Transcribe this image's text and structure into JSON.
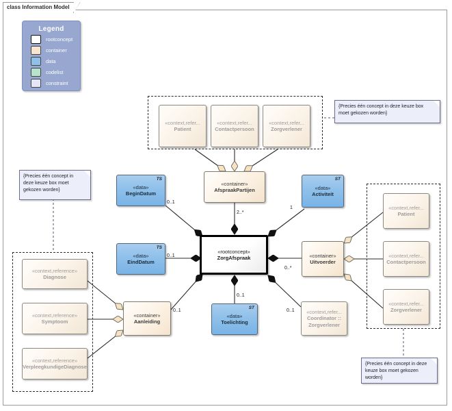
{
  "diagram": {
    "title": "class Information Model",
    "kind": "uml-class-diagram"
  },
  "legend": {
    "title": "Legend",
    "items": [
      {
        "label": "rootconcept",
        "color": "#ffffff",
        "swatch": "root"
      },
      {
        "label": "container",
        "color": "#f7e5d0",
        "swatch": "cont"
      },
      {
        "label": "data",
        "color": "#8fc0ea",
        "swatch": "data"
      },
      {
        "label": "codelist",
        "color": "#b7e3cd",
        "swatch": "code"
      },
      {
        "label": "constraint",
        "color": "#e4e6f6",
        "swatch": "cons"
      }
    ]
  },
  "notes": {
    "top_right": {
      "text": "{Precies één concept in deze keuze box moet gekozen worden}"
    },
    "left": {
      "text": "{Precies één concept in deze keuze box moet gekozen worden}"
    },
    "bottom_right": {
      "text": "{Precies één concept in deze keuze box moet gekozen worden}"
    }
  },
  "nodes": {
    "root": {
      "stereotype": "«rootconcept»",
      "name": "ZorgAfspraak",
      "type": "rootconcept",
      "corner": ""
    },
    "afspraakpartijen": {
      "stereotype": "«container»",
      "name": "AfspraakPartijen",
      "type": "container",
      "corner": ""
    },
    "uitvoerder": {
      "stereotype": "«container»",
      "name": "Uitvoerder",
      "type": "container",
      "corner": ""
    },
    "aanleiding": {
      "stereotype": "«container»",
      "name": "Aanleiding",
      "type": "container",
      "corner": ""
    },
    "begindatum": {
      "stereotype": "«data»",
      "name": "BeginDatum",
      "type": "data",
      "corner": "TS"
    },
    "einddatum": {
      "stereotype": "«data»",
      "name": "EindDatum",
      "type": "data",
      "corner": "TS"
    },
    "activiteit": {
      "stereotype": "«data»",
      "name": "Activiteit",
      "type": "data",
      "corner": "ST"
    },
    "toelichting": {
      "stereotype": "«data»",
      "name": "Toelichting",
      "type": "data",
      "corner": "ST"
    },
    "top_patient": {
      "stereotype": "«context,refer...",
      "name": "Patient",
      "type": "reference",
      "corner": ""
    },
    "top_contactpersoon": {
      "stereotype": "«context,refer...",
      "name": "Contactpersoon",
      "type": "reference",
      "corner": ""
    },
    "top_zorgverlener": {
      "stereotype": "«context,refer...",
      "name": "Zorgverlener",
      "type": "reference",
      "corner": ""
    },
    "right_patient": {
      "stereotype": "«context,refer...",
      "name": "Patient",
      "type": "reference",
      "corner": ""
    },
    "right_contactpersoon": {
      "stereotype": "«context,refer...",
      "name": "Contactpersoon",
      "type": "reference",
      "corner": ""
    },
    "right_zorgverlener": {
      "stereotype": "«context,refer...",
      "name": "Zorgverlener",
      "type": "reference",
      "corner": ""
    },
    "diagnose": {
      "stereotype": "«context,reference»",
      "name": "Diagnose",
      "type": "reference",
      "corner": ""
    },
    "symptoom": {
      "stereotype": "«context,reference»",
      "name": "Symptoom",
      "type": "reference",
      "corner": ""
    },
    "verpleegkundigediagnose": {
      "stereotype": "«context,reference»",
      "name": "VerpleegkundigeDiagnose",
      "type": "reference",
      "corner": ""
    },
    "coordinator": {
      "stereotype": "«context,refer...",
      "name": "Coordinator ::",
      "name2": "Zorgverlener",
      "type": "reference",
      "corner": ""
    }
  },
  "multiplicities": {
    "begindatum": "0..1",
    "einddatum": "0..1",
    "afspraakpartijen": "2..*",
    "activiteit": "1",
    "uitvoerder": "0..*",
    "aanleiding": "0..1",
    "toelichting": "0..1",
    "coordinator": "0..1"
  }
}
